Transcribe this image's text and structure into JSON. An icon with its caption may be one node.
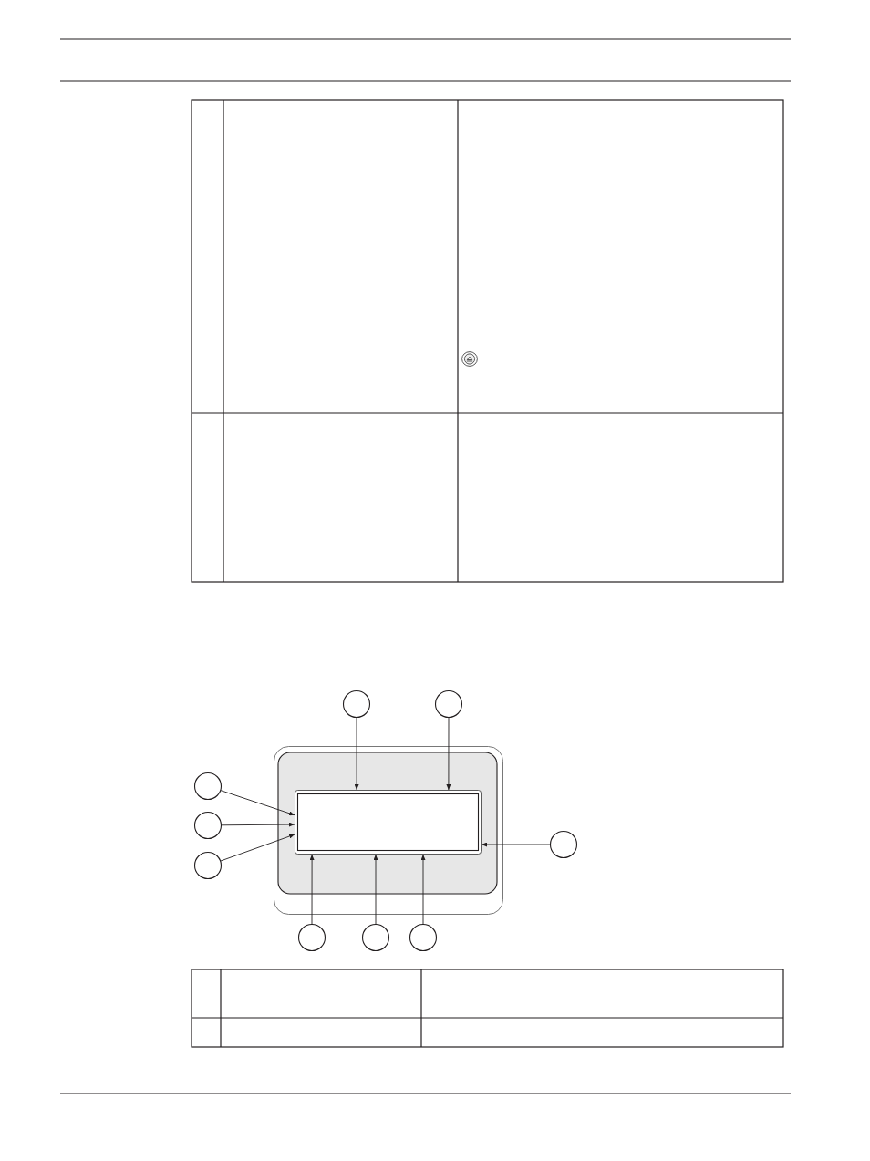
{
  "diagram": {
    "nodes": [
      {
        "text": [],
        "shape": "box"
      },
      {
        "text": [],
        "shape": "box",
        "in": 0
      },
      {
        "text": [],
        "shape": "circle"
      },
      {
        "text": [],
        "shape": "circle"
      },
      {
        "text": [],
        "shape": "circle"
      },
      {
        "text": [],
        "shape": "circle"
      },
      {
        "text": [],
        "shape": "circle"
      },
      {
        "text": [],
        "shape": "circle"
      },
      {
        "text": [],
        "shape": "circle"
      },
      {
        "text": [],
        "shape": "circle"
      },
      {
        "text": [],
        "shape": "circle"
      }
    ],
    "edges": [
      {
        "from": 2,
        "to": 1,
        "arrow": "to"
      },
      {
        "from": 3,
        "to": 1,
        "arrow": "to"
      },
      {
        "from": 4,
        "to": 1,
        "arrow": "to"
      },
      {
        "from": 5,
        "to": 1,
        "arrow": "to"
      },
      {
        "from": 6,
        "to": 1,
        "arrow": "to"
      },
      {
        "from": 7,
        "to": 1,
        "arrow": "to"
      },
      {
        "from": 8,
        "to": 1,
        "arrow": "to"
      },
      {
        "from": 9,
        "to": 1,
        "arrow": "to"
      },
      {
        "from": 10,
        "to": 1,
        "arrow": "to"
      }
    ]
  }
}
